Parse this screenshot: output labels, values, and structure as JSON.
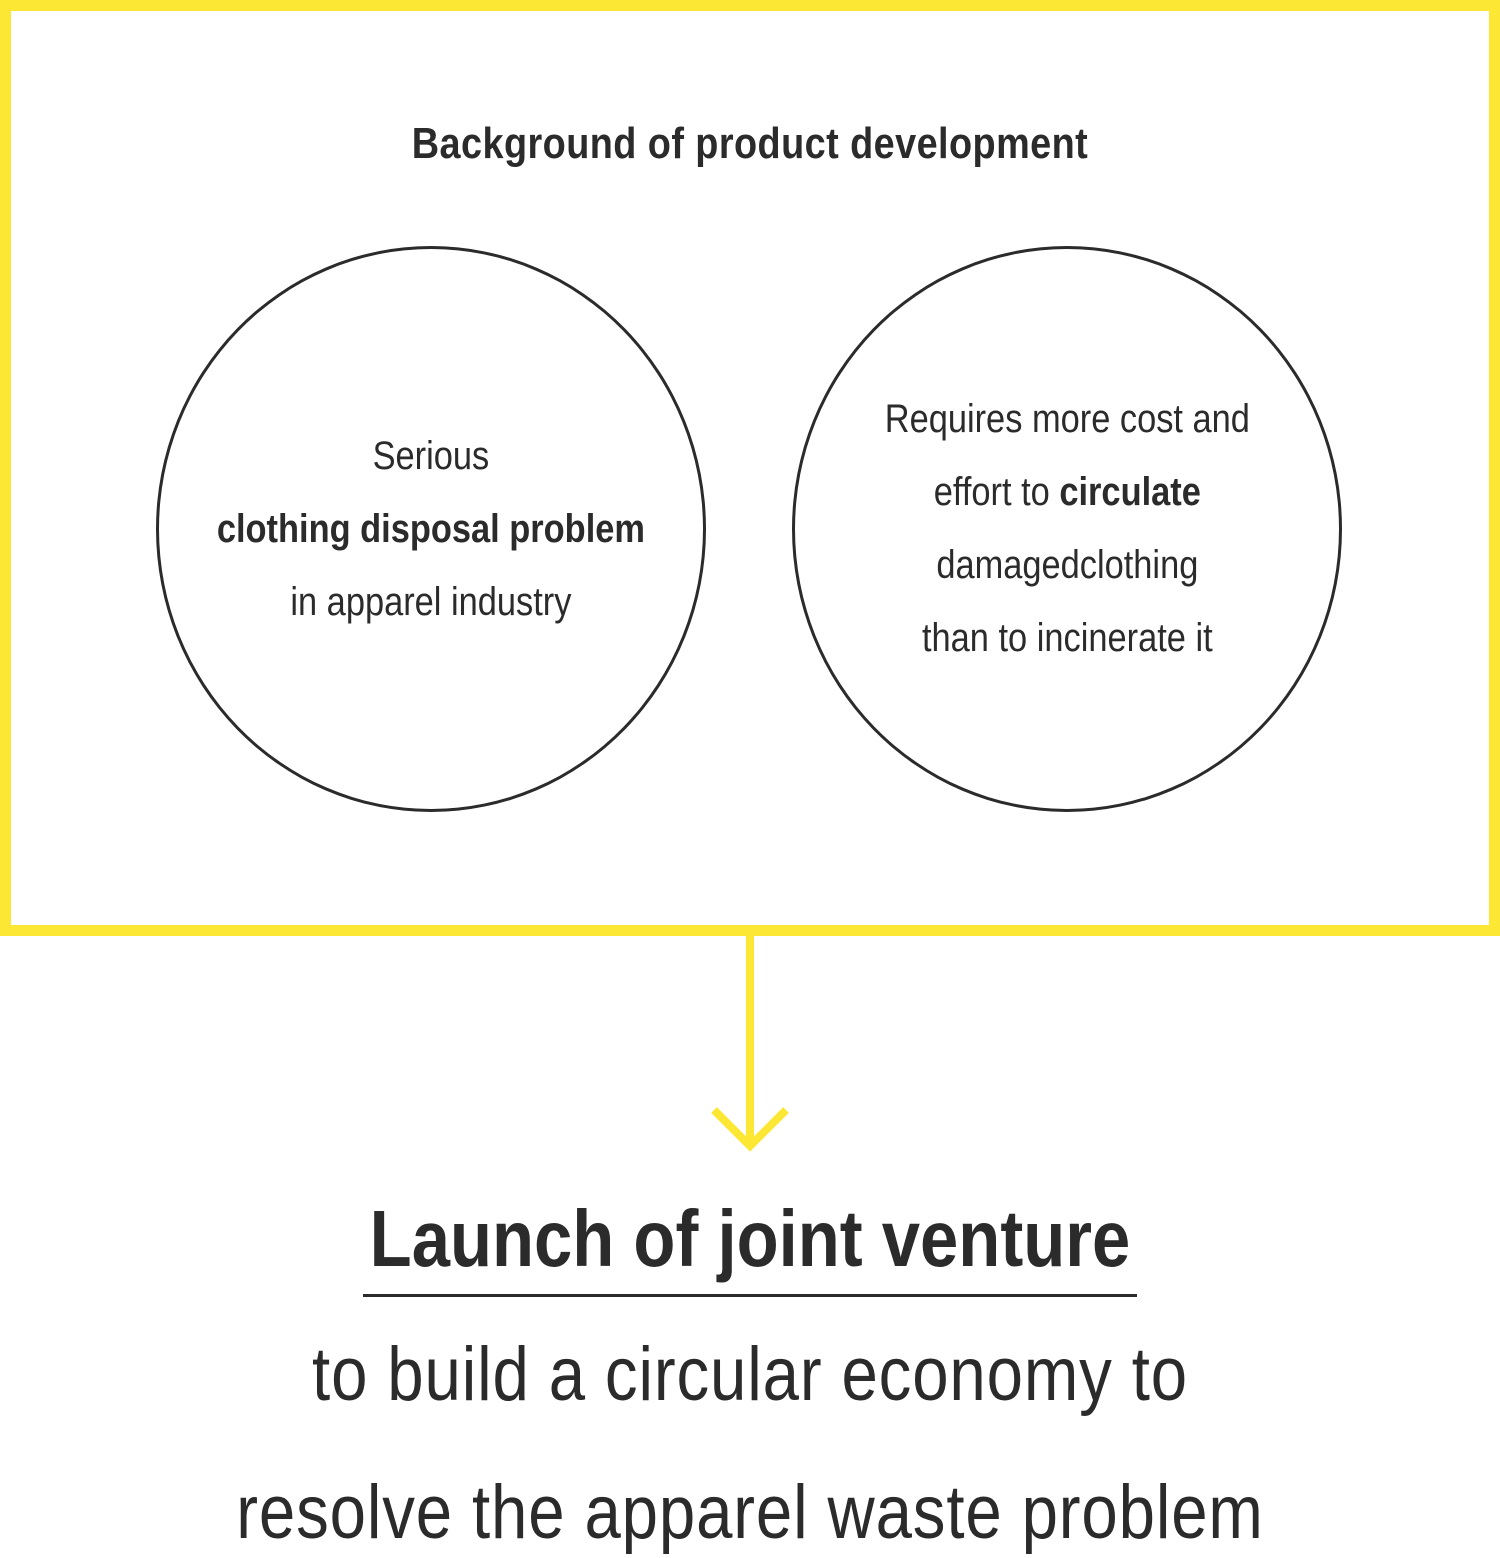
{
  "background": {
    "title": "Background of product development",
    "left_circle": {
      "line1": "Serious",
      "line2_bold": "clothing disposal problem",
      "line3": "in apparel industry"
    },
    "right_circle": {
      "line1": "Requires more cost and",
      "line2_prefix": "effort to ",
      "line2_bold": "circulate",
      "line3": "damagedclothing",
      "line4": "than to incinerate it"
    }
  },
  "result": {
    "headline": "Launch of joint venture",
    "line1": "to build a circular economy to",
    "line2": "resolve the apparel waste problem"
  },
  "colors": {
    "accent": "#fde735",
    "text": "#2b2b2b",
    "background": "#ffffff"
  },
  "icons": {
    "arrow": "arrow-down-icon"
  }
}
